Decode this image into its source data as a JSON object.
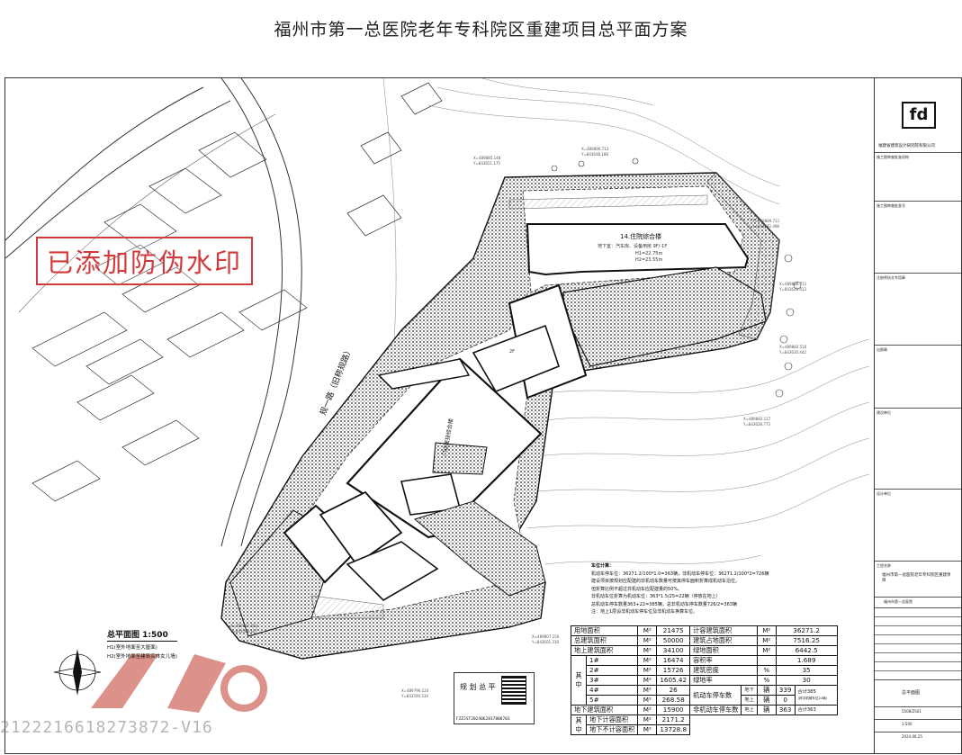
{
  "title": "福州市第一总医院老年专科院区重建项目总平面方案",
  "watermark": "已添加防伪水印",
  "watermark_code": "2122216618273872-V16",
  "plan_labels": {
    "block_14": "14.住院综合楼",
    "block_14_meta": [
      "地下室：汽车库、设备用房  9F/-1F",
      "H1=22.75m",
      "H2=23.55m"
    ],
    "road": "规一路（旧称规路）",
    "building_2f": "2F",
    "outpatient": "门诊医技综合楼"
  },
  "legend": {
    "title": "总平面图 1:500",
    "items": [
      "H1(室外地面至大屋面)",
      "H2(室外地面至建筑实体女儿墙)"
    ]
  },
  "notes": {
    "heading": "车位计算：",
    "lines": [
      "机动车停车位：36271.2/100*1.0=363辆，非机动车停车位：36271.2/100*2=726辆",
      "建设项目按规划应配建的非机动车数量可按其停车面积折算成机动车泊位。",
      "但折算比例不超过非机动车应配建量的50%。",
      "非机动车位折算为机动车位：363*1.5/25=22辆（停放在地上）",
      "总机动车停车数量363+22=385辆，总非机动车停车数量726/2=363辆",
      "注：地上1层设非机动车停车位及非机动车换算车位。"
    ]
  },
  "table": {
    "rows_left": [
      {
        "label": "用地面积",
        "unit": "M²",
        "value": "21475"
      },
      {
        "label": "总建筑面积",
        "unit": "M²",
        "value": "50000"
      },
      {
        "label": "地上建筑面积",
        "unit": "M²",
        "value": "34100"
      }
    ],
    "group_label_1": "其中",
    "sub_rows_1": [
      {
        "label": "1#",
        "unit": "M²",
        "value": "16474"
      },
      {
        "label": "2#",
        "unit": "M²",
        "value": "15726"
      },
      {
        "label": "3#",
        "unit": "M²",
        "value": "1605.42"
      },
      {
        "label": "4#",
        "unit": "M²",
        "value": "26"
      },
      {
        "label": "5#",
        "unit": "M²",
        "value": "268.58"
      }
    ],
    "underground": {
      "label": "地下建筑面积",
      "unit": "M²",
      "value": "15900"
    },
    "group_label_2": "其中",
    "sub_rows_2": [
      {
        "label": "地下计容面积",
        "unit": "M²",
        "value": "2171.2"
      },
      {
        "label": "地下不计容面积",
        "unit": "M²",
        "value": "13728.8"
      }
    ],
    "rows_right": [
      {
        "label": "计容建筑面积",
        "unit": "M²",
        "value": "36271.2"
      },
      {
        "label": "建筑占地面积",
        "unit": "M²",
        "value": "7516.25"
      },
      {
        "label": "绿地面积",
        "unit": "M²",
        "value": "6442.5"
      },
      {
        "label": "容积率",
        "unit": "",
        "value": "1.689"
      },
      {
        "label": "建筑密度",
        "unit": "%",
        "value": "35"
      },
      {
        "label": "绿地率",
        "unit": "%",
        "value": "30"
      }
    ],
    "parking": {
      "motor_label": "机动车停车数",
      "non_motor_label": "非机动车停车数",
      "above": "地上",
      "below": "地下",
      "unit": "辆",
      "motor_below": "339",
      "motor_above": "0",
      "motor_total": "合计385",
      "motor_note": "(其中机械车位21辆)",
      "non_motor_above": "363",
      "non_motor_total": "合计363"
    }
  },
  "stamp": {
    "title": "规 划  总 平",
    "code": "FZZJST2024062817806703"
  },
  "title_block": {
    "company": "福建省建筑设计研究院有限公司",
    "rows": [
      "施工图审查批准机构",
      "施工图审查批准号",
      "注册师执业专用章",
      "出图章",
      "建设单位",
      "设计单位"
    ],
    "project_label": "工程名称",
    "project": "福州市第一总医院老年专科院区重建项目",
    "client": "福州市第一总医院",
    "drawing": "总平面图",
    "drawing_no": "5508/ZS01",
    "date": "2024.06.25",
    "scale": "1:500"
  }
}
